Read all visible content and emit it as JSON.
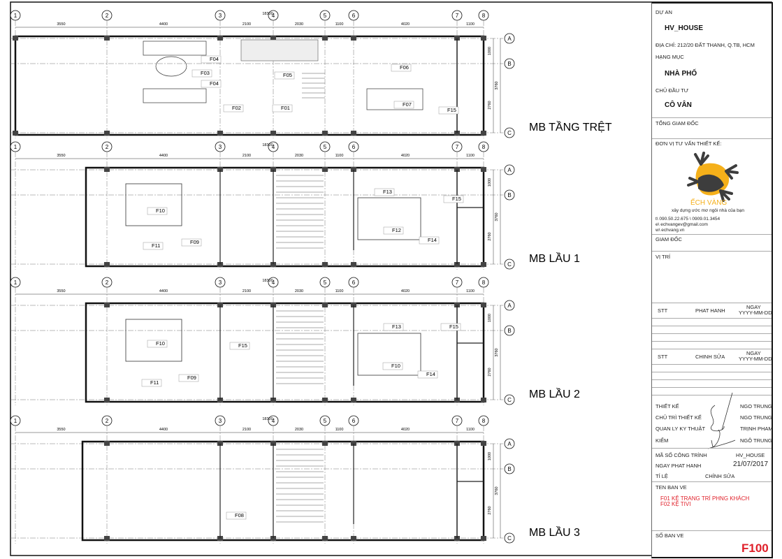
{
  "drawing": {
    "axes_x": [
      "1",
      "2",
      "3",
      "4",
      "5",
      "6",
      "7",
      "8"
    ],
    "axes_y": [
      "A",
      "B",
      "C"
    ],
    "dims_x": [
      "3550",
      "4400",
      "2100",
      "2030",
      "1100",
      "4020",
      "1100"
    ],
    "total_dim": "18300",
    "dims_y": [
      "1000",
      "3760",
      "2760"
    ],
    "floors": [
      {
        "title": "MB TẦNG TRỆT",
        "tags": [
          "F04",
          "F03",
          "F04",
          "F02",
          "F01",
          "F05",
          "F06",
          "F07",
          "F15"
        ]
      },
      {
        "title": "MB LẦU 1",
        "tags": [
          "F10",
          "F11",
          "F09",
          "F13",
          "F12",
          "F14",
          "F15"
        ]
      },
      {
        "title": "MB LẦU 2",
        "tags": [
          "F10",
          "F11",
          "F09",
          "F15",
          "F13",
          "F10",
          "F14",
          "F15"
        ]
      },
      {
        "title": "MB LẦU 3",
        "tags": [
          "F08"
        ]
      }
    ]
  },
  "title_block": {
    "du_an_label": "DỰ AN",
    "du_an": "HV_HOUSE",
    "dia_chi": "ĐỊA CHỈ: 212/20 ĐẤT THANH, Q.TB, HCM",
    "hang_muc_label": "HẠNG MỤC",
    "hang_muc": "NHÀ PHỐ",
    "chu_dau_tu_label": "CHỦ ĐẦU TƯ",
    "chu_dau_tu": "CÔ VÂN",
    "tong_giam_doc": "TỔNG GIAM ĐỐC",
    "don_vi_tu_van": "ĐƠN VỊ TƯ VẤN THIẾT KẾ:",
    "logo_name": "ẾCH VÀNG",
    "slogan": "xây dựng ước mơ ngôi nhà của bạn",
    "phone": "t\\  090.50.22.675 \\ 0909.01.3454",
    "email": "e\\  echvangev@gmail.com",
    "web": "w\\ echvang.vn",
    "giam_doc": "GIAM ĐỐC",
    "vi_tri": "VỊ TRÍ",
    "stt1": "STT",
    "phat_hanh": "PHAT HANH",
    "ngay1": "NGAY",
    "fmt1": "YYYY-MM-DD",
    "stt2": "STT",
    "chinh_sua": "CHINH SỬA",
    "ngay2": "NGAY",
    "fmt2": "YYYY-MM-DD",
    "thiet_ke_label": "THIẾT KẾ",
    "thiet_ke": "NGO TRUNG",
    "chu_tri_label": "CHỦ TRÌ THIẾT KẾ",
    "chu_tri": "NGO TRUNG",
    "quan_ly_label": "QUAN LY KY THUẬT",
    "quan_ly": "TRỊNH PHAM",
    "kiem_label": "KIỂM",
    "kiem": "NGÔ TRUNG",
    "ma_so_label": "MÃ SỐ CÔNG TRÌNH",
    "ma_so": "HV_HOUSE",
    "ngay_ph_label": "NGAY PHAT HANH",
    "ngay_ph": "21/07/2017",
    "ti_le_label": "TỈ LỆ",
    "chinh_sua2": "CHỈNH SỬA",
    "ten_ban_ve_label": "TEN BAN VE",
    "ten_ban_ve_1": "F01 KỆ TRANG TRÍ PHNG KHÁCH",
    "ten_ban_ve_2": "F02 KỆ TIVI",
    "so_ban_ve_label": "SỐ BAN VE",
    "so_ban_ve": "F100",
    "accent": "#e0202a",
    "logo_yellow": "#f5b01a",
    "logo_gray": "#3d3d3d"
  }
}
